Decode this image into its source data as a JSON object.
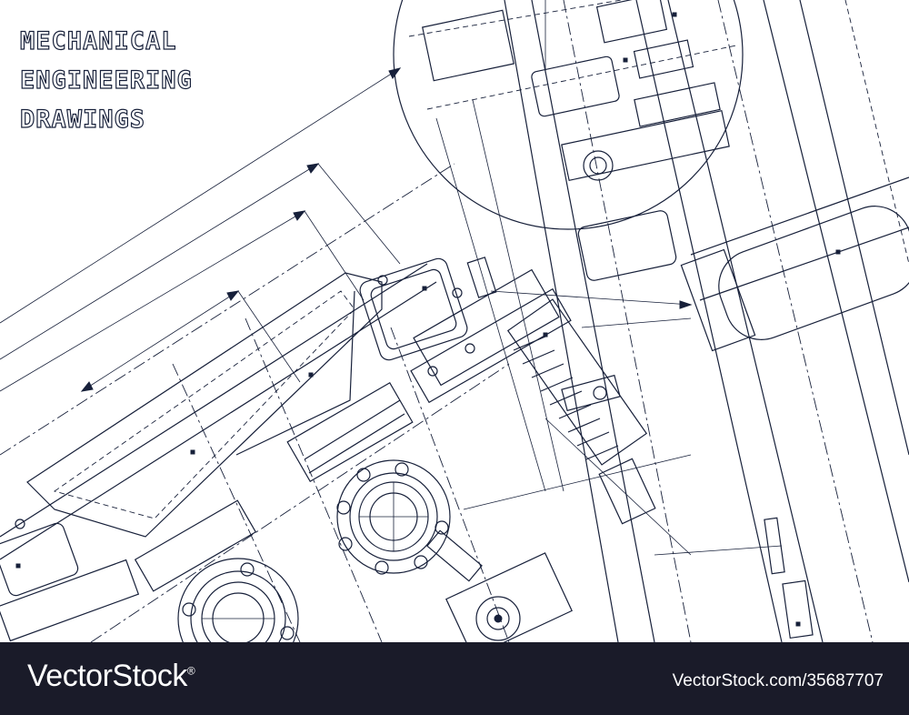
{
  "title_lines": [
    "MECHANICAL",
    "ENGINEERING",
    "DRAWINGS"
  ],
  "footer": {
    "brand": "VectorStock",
    "registered_mark": "®",
    "stock_id": "VectorStock.com/35687707"
  },
  "colors": {
    "line": "#17203a",
    "background": "#ffffff",
    "footer_bg": "#1a1b29",
    "footer_text": "#ffffff"
  }
}
